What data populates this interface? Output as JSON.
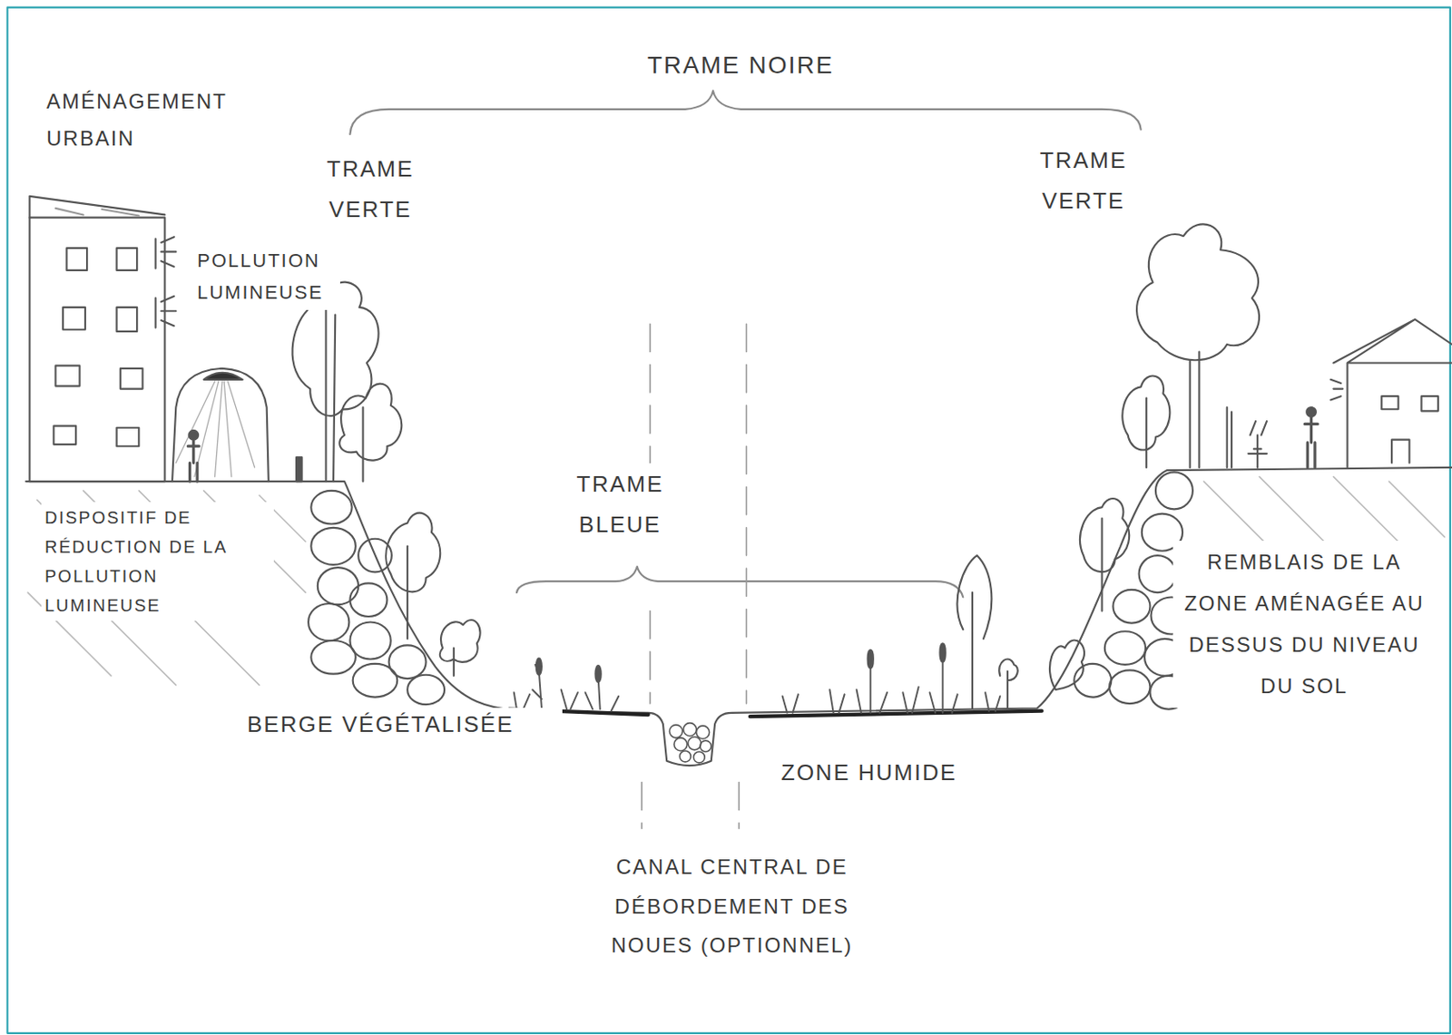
{
  "diagram": {
    "labels": [
      "TRAME NOIRE",
      "AMÉNAGEMENT URBAIN",
      "TRAME VERTE",
      "TRAME VERTE",
      "POLLUTION LUMINEUSE",
      "TRAME BLEUE",
      "DISPOSITIF DE RÉDUCTION DE LA POLLUTION LUMINEUSE",
      "REMBLAIS DE LA ZONE AMÉNAGÉE AU DESSUS DU NIVEAU DU SOL",
      "BERGE VÉGÉTALISÉE",
      "ZONE HUMIDE",
      "CANAL CENTRAL DE DÉBORDEMENT DES NOUES (OPTIONNEL)"
    ]
  }
}
